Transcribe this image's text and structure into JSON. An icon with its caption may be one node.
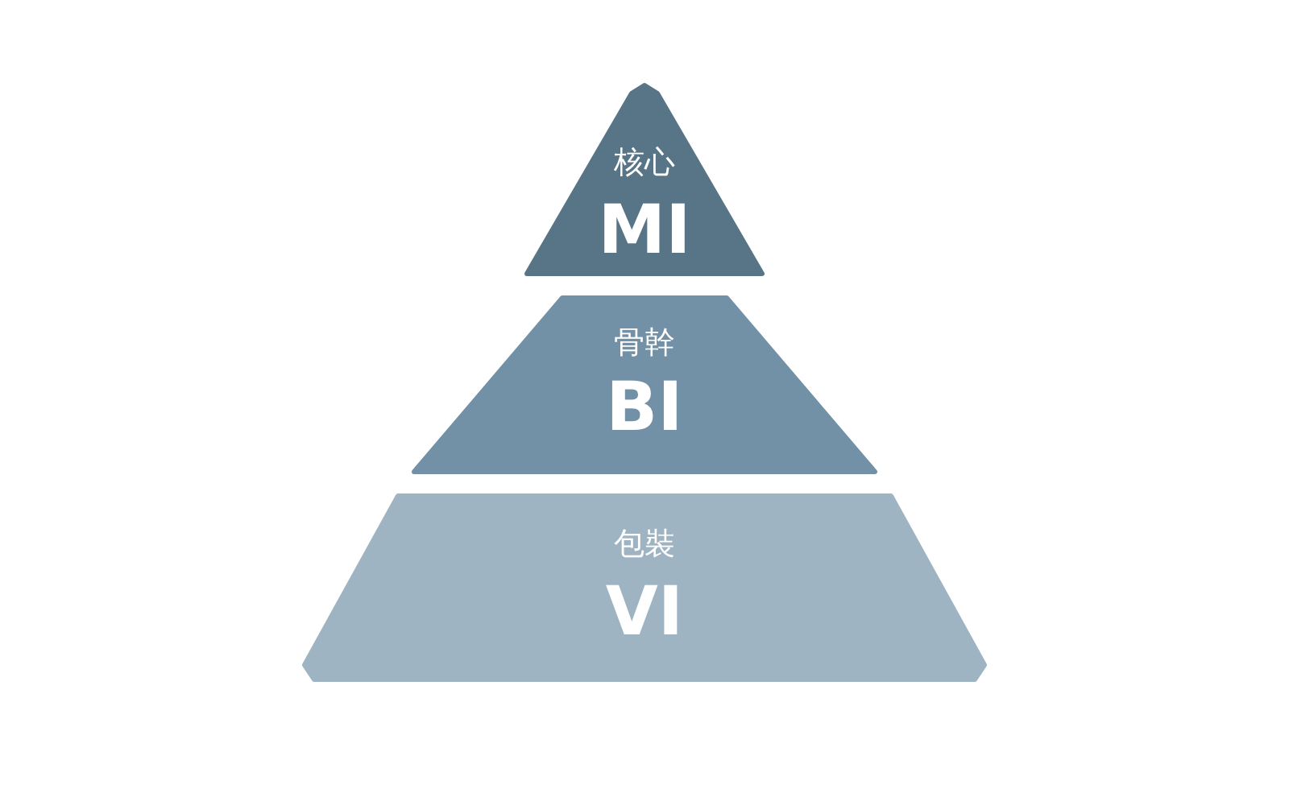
{
  "diagram": {
    "nodes": [
      {
        "text": [
          "核心",
          "MI"
        ]
      },
      {
        "text": [
          "骨幹",
          "BI"
        ]
      },
      {
        "text": [
          "包裝",
          "VI"
        ]
      }
    ]
  }
}
